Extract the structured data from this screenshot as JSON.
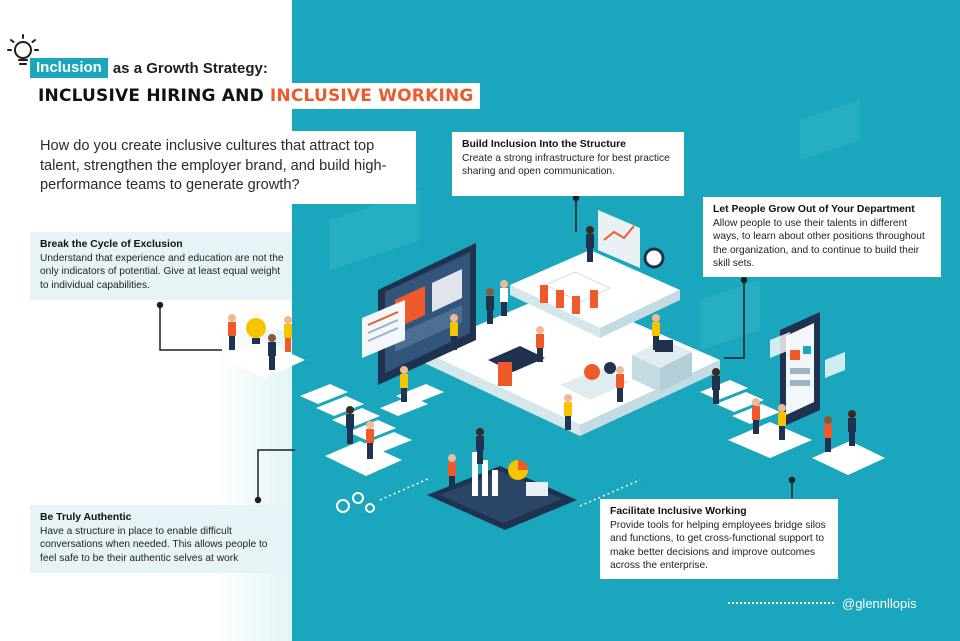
{
  "title": {
    "highlight": "Inclusion",
    "rest": "as a Growth Strategy:",
    "line2_part1": "INCLUSIVE HIRING AND",
    "line2_part2": "INCLUSIVE WORKING"
  },
  "intro": "How do you create inclusive cultures that attract top talent, strengthen the employer brand, and build high-performance teams to generate growth?",
  "callouts": {
    "structure": {
      "title": "Build Inclusion Into the Structure",
      "body": "Create a strong infrastructure for best practice sharing and open communication."
    },
    "grow": {
      "title": "Let People Grow Out of Your Department",
      "body": "Allow people to use their talents in different ways, to learn about other positions throughout the organization, and to continue to build their skill sets."
    },
    "cycle": {
      "title": "Break the Cycle of Exclusion",
      "body": "Understand that experience and education are not the only indicators of potential. Give at least equal weight to individual capabilities."
    },
    "authentic": {
      "title": "Be Truly Authentic",
      "body": "Have a structure in place to enable difficult conversations when needed. This allows people to feel safe to be their authentic selves at work"
    },
    "facilitate": {
      "title": "Facilitate Inclusive Working",
      "body": "Provide tools for helping employees bridge silos and functions, to get cross-functional support to make better decisions and improve outcomes across the enterprise."
    }
  },
  "handle": "@glennllopis",
  "colors": {
    "teal": "#1aa7bd",
    "orange": "#ef5a2b",
    "navy": "#1f3350",
    "yellow": "#f5c400"
  },
  "icons": {
    "title": "lightbulb-icon"
  }
}
